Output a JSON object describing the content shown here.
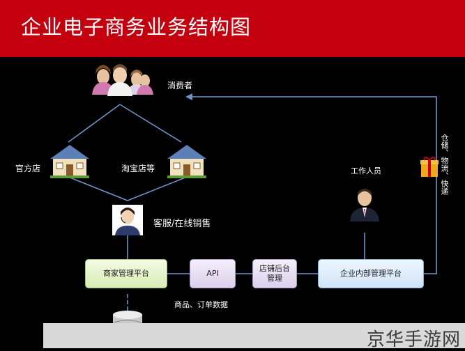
{
  "title": "企业电子商务业务结构图",
  "nodes": {
    "consumer": "消费者",
    "official_store": "官方店",
    "taobao_store": "淘宝店等",
    "customer_service": "客服/在线销售",
    "staff": "工作人员",
    "merchant_platform": "商家管理平台",
    "api": "API",
    "shop_backend_line1": "店铺后台",
    "shop_backend_line2": "管理",
    "enterprise_platform": "企业内部管理平台",
    "data_label": "商品、订单数据",
    "logistics": "仓储、物流、快递"
  },
  "icons": {
    "consumers": "people-group-icon",
    "store_official": "house-icon",
    "store_taobao": "house-icon",
    "agent": "headset-agent-icon",
    "staff": "businessman-icon",
    "gift": "gift-box-icon",
    "database": "database-icon"
  },
  "colors": {
    "title_bar": "#c4000e",
    "background": "#000000",
    "connector": "#6f93c8"
  },
  "watermark": "京华手游网"
}
